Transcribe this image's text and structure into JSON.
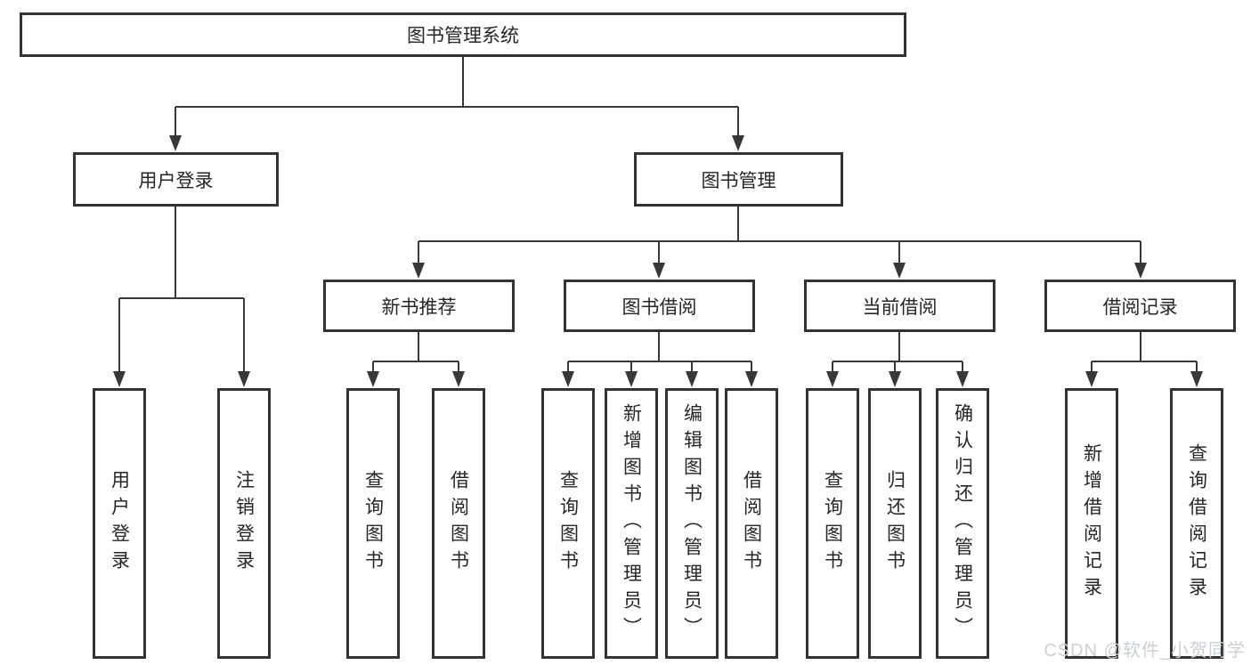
{
  "diagram": {
    "root": {
      "label": "图书管理系统"
    },
    "branches": [
      {
        "label": "用户登录",
        "children": [
          {
            "label": "用户登录"
          },
          {
            "label": "注销登录"
          }
        ]
      },
      {
        "label": "图书管理",
        "children": [
          {
            "label": "新书推荐",
            "children": [
              {
                "label": "查询图书"
              },
              {
                "label": "借阅图书"
              }
            ]
          },
          {
            "label": "图书借阅",
            "children": [
              {
                "label": "查询图书"
              },
              {
                "label": "新增图书（管理员）"
              },
              {
                "label": "编辑图书（管理员）"
              },
              {
                "label": "借阅图书"
              }
            ]
          },
          {
            "label": "当前借阅",
            "children": [
              {
                "label": "查询图书"
              },
              {
                "label": "归还图书"
              },
              {
                "label": "确认归还（管理员）"
              }
            ]
          },
          {
            "label": "借阅记录",
            "children": [
              {
                "label": "新增借阅记录"
              },
              {
                "label": "查询借阅记录"
              }
            ]
          }
        ]
      }
    ]
  },
  "watermark": {
    "text": "CSDN @软件_小贺同学"
  },
  "colors": {
    "line": "#383838",
    "border": "#333333",
    "text": "#262626",
    "watermark": "#cbd0d4",
    "background": "#ffffff"
  }
}
